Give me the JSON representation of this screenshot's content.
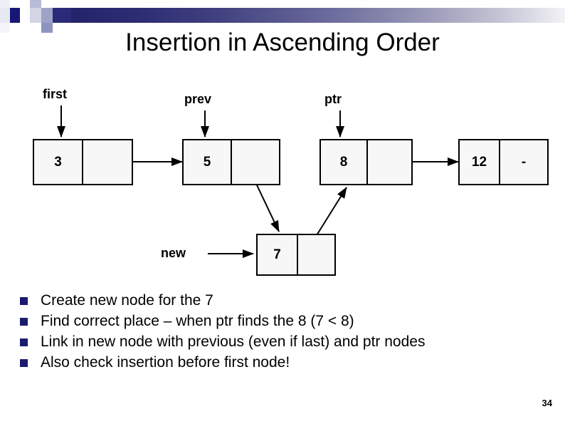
{
  "slide": {
    "title": "Insertion in Ascending Order",
    "number": "34",
    "accent_color": "#23236b",
    "bullet_color": "#1b1b6e"
  },
  "diagram": {
    "pointer_labels": [
      {
        "name": "first",
        "text": "first"
      },
      {
        "name": "prev",
        "text": "prev"
      },
      {
        "name": "ptr",
        "text": "ptr"
      },
      {
        "name": "new",
        "text": "new"
      }
    ],
    "nodes": [
      {
        "id": "node-3",
        "value": "3",
        "link": ""
      },
      {
        "id": "node-5",
        "value": "5",
        "link": ""
      },
      {
        "id": "node-8",
        "value": "8",
        "link": ""
      },
      {
        "id": "node-12",
        "value": "12",
        "link": "-"
      },
      {
        "id": "node-7",
        "value": "7",
        "link": ""
      }
    ]
  },
  "bullets": [
    "Create new node for the 7",
    "Find correct place – when ptr finds the 8 (7 < 8)",
    "Link in new node with previous (even if last) and ptr nodes",
    "Also check insertion before first node!"
  ]
}
